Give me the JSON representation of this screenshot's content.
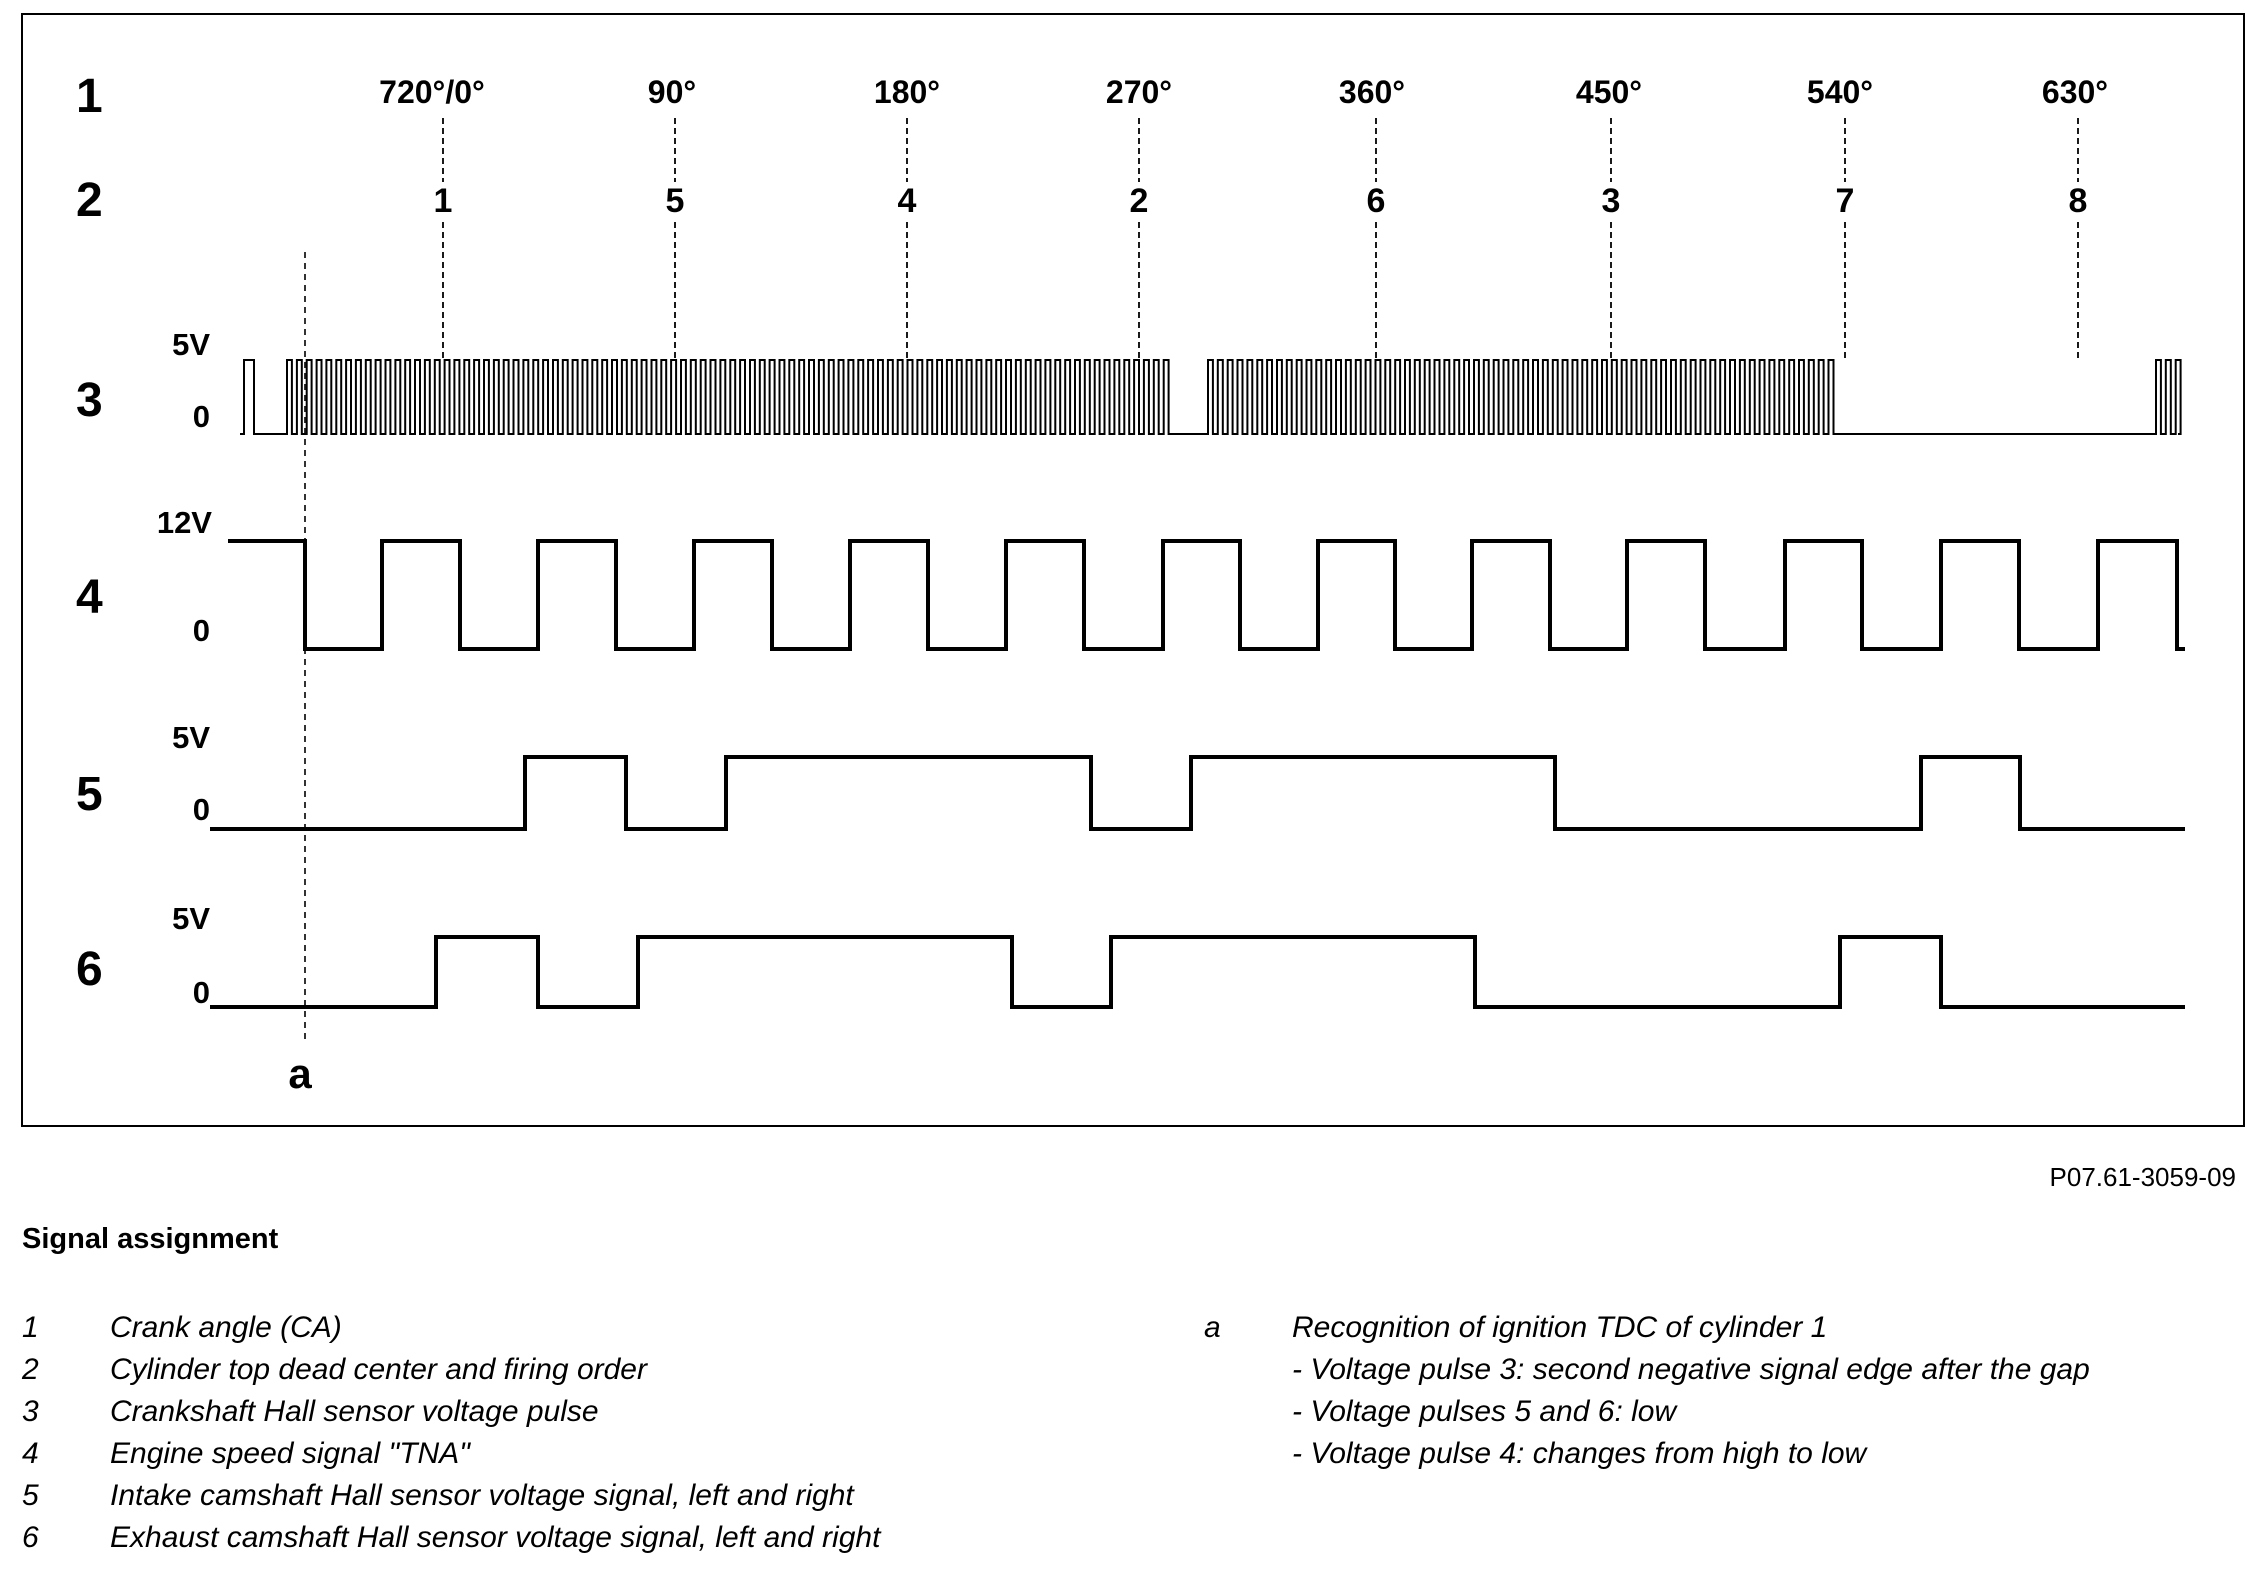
{
  "diagram": {
    "row_numbers": [
      "1",
      "2",
      "3",
      "4",
      "5",
      "6"
    ],
    "crank_angles": [
      "720°/0°",
      "90°",
      "180°",
      "270°",
      "360°",
      "450°",
      "540°",
      "630°"
    ],
    "firing_order": [
      "1",
      "5",
      "4",
      "2",
      "6",
      "3",
      "7",
      "8"
    ],
    "levels": {
      "signal3_high": "5V",
      "signal3_low": "0",
      "signal4_high": "12V",
      "signal4_low": "0",
      "signal5_high": "5V",
      "signal5_low": "0",
      "signal6_high": "5V",
      "signal6_low": "0"
    },
    "marker_label": "a"
  },
  "figure_code": "P07.61-3059-09",
  "legend": {
    "title": "Signal assignment",
    "items": [
      {
        "key": "1",
        "text": "Crank angle (CA)"
      },
      {
        "key": "2",
        "text": "Cylinder top dead center and firing order"
      },
      {
        "key": "3",
        "text": "Crankshaft Hall sensor voltage pulse"
      },
      {
        "key": "4",
        "text": "Engine speed signal \"TNA\""
      },
      {
        "key": "5",
        "text": "Intake camshaft Hall sensor voltage signal, left and right"
      },
      {
        "key": "6",
        "text": "Exhaust camshaft Hall sensor voltage signal, left and right"
      }
    ],
    "note": {
      "key": "a",
      "text": "Recognition of ignition TDC of cylinder 1",
      "lines": [
        "- Voltage pulse 3: second negative signal edge after the gap",
        "- Voltage pulses 5 and 6: low",
        "- Voltage pulse 4: changes from high to low"
      ]
    }
  }
}
